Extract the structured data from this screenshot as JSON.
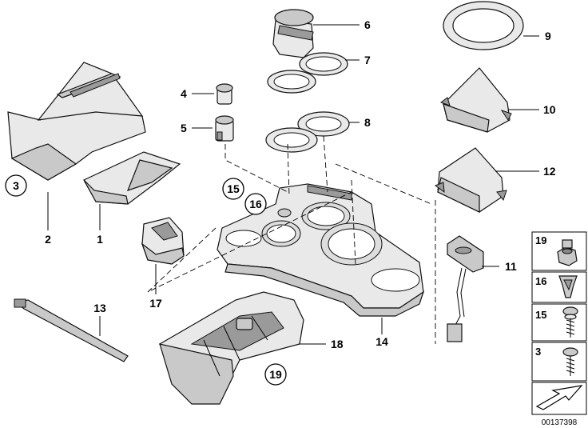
{
  "callouts": {
    "c2": "2",
    "c1": "1",
    "c3": "3",
    "c4": "4",
    "c5": "5",
    "c6": "6",
    "c7": "7",
    "c8": "8",
    "c9": "9",
    "c10": "10",
    "c11": "11",
    "c12": "12",
    "c13": "13",
    "c14": "14",
    "c15": "15",
    "c16": "16",
    "c17": "17",
    "c18": "18",
    "c19": "19"
  },
  "legend": {
    "items": [
      {
        "number": "19",
        "icon": "nut-icon"
      },
      {
        "number": "16",
        "icon": "clip-nut-icon"
      },
      {
        "number": "15",
        "icon": "screw-with-washer-icon"
      },
      {
        "number": "3",
        "icon": "screw-icon"
      }
    ],
    "arrow_icon": "diagram-arrow-icon"
  },
  "document_number": "00137398"
}
